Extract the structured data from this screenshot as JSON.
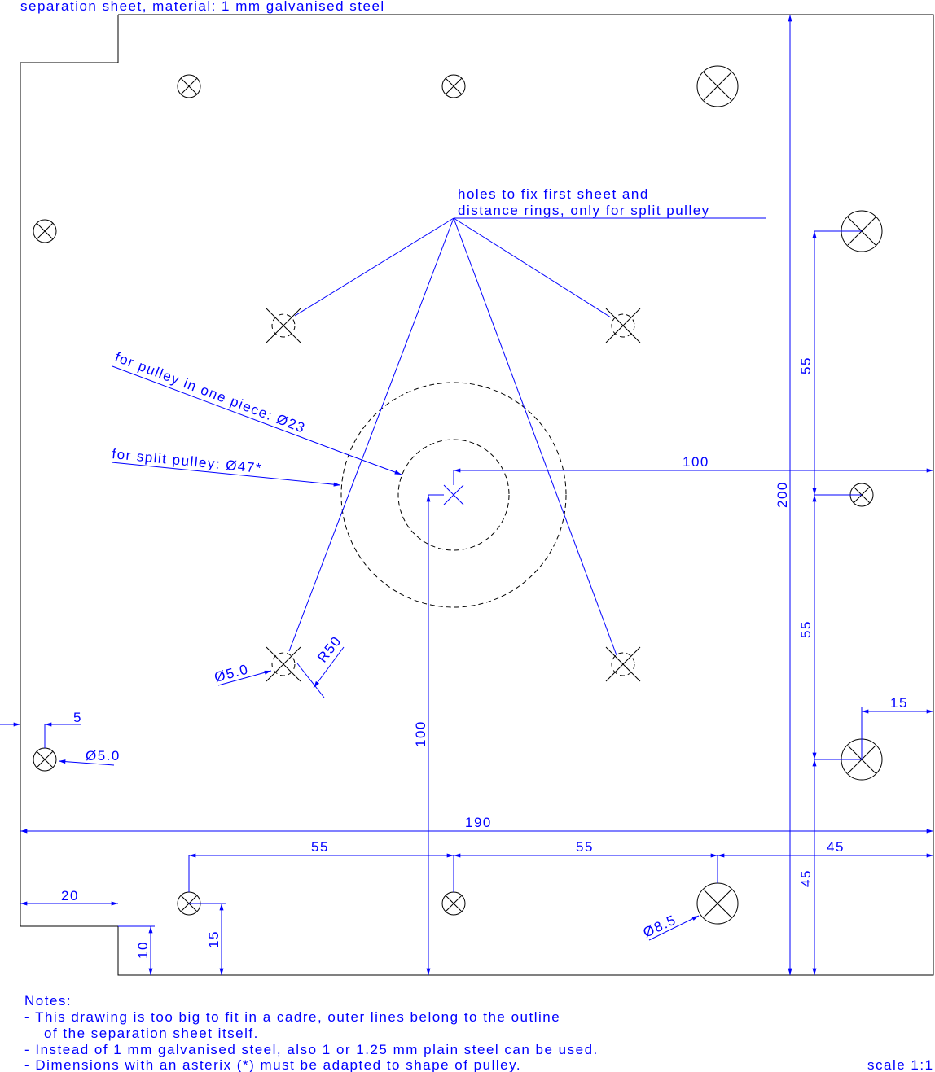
{
  "title": "separation sheet, material: 1 mm galvanised steel",
  "labels": {
    "holes_line1": "holes to fix first sheet and",
    "holes_line2": "distance rings, only for split pulley",
    "one_piece": "for pulley in one piece: Ø23",
    "split": "for split pulley: Ø47*",
    "dia5a": "Ø5.0",
    "dia5b": "Ø5.0",
    "r50": "R50",
    "dia85": "Ø8.5"
  },
  "dimensions": {
    "d200": "200",
    "d55a": "55",
    "d55b": "55",
    "d45v": "45",
    "d100h": "100",
    "d100v": "100",
    "d190": "190",
    "d55c": "55",
    "d55d": "55",
    "d45h": "45",
    "d20": "20",
    "d10": "10",
    "d15v": "15",
    "d15h": "15",
    "d5": "5"
  },
  "notes": {
    "heading": "Notes:",
    "n1a": "- This drawing is too big to fit in a cadre, outer lines belong to the outline",
    "n1b": "of the separation sheet itself.",
    "n2": "- Instead of 1 mm galvanised steel, also 1 or 1.25 mm plain steel can be used.",
    "n3": "- Dimensions with an asterix (*) must be adapted to shape of pulley."
  },
  "scale": "scale 1:1"
}
